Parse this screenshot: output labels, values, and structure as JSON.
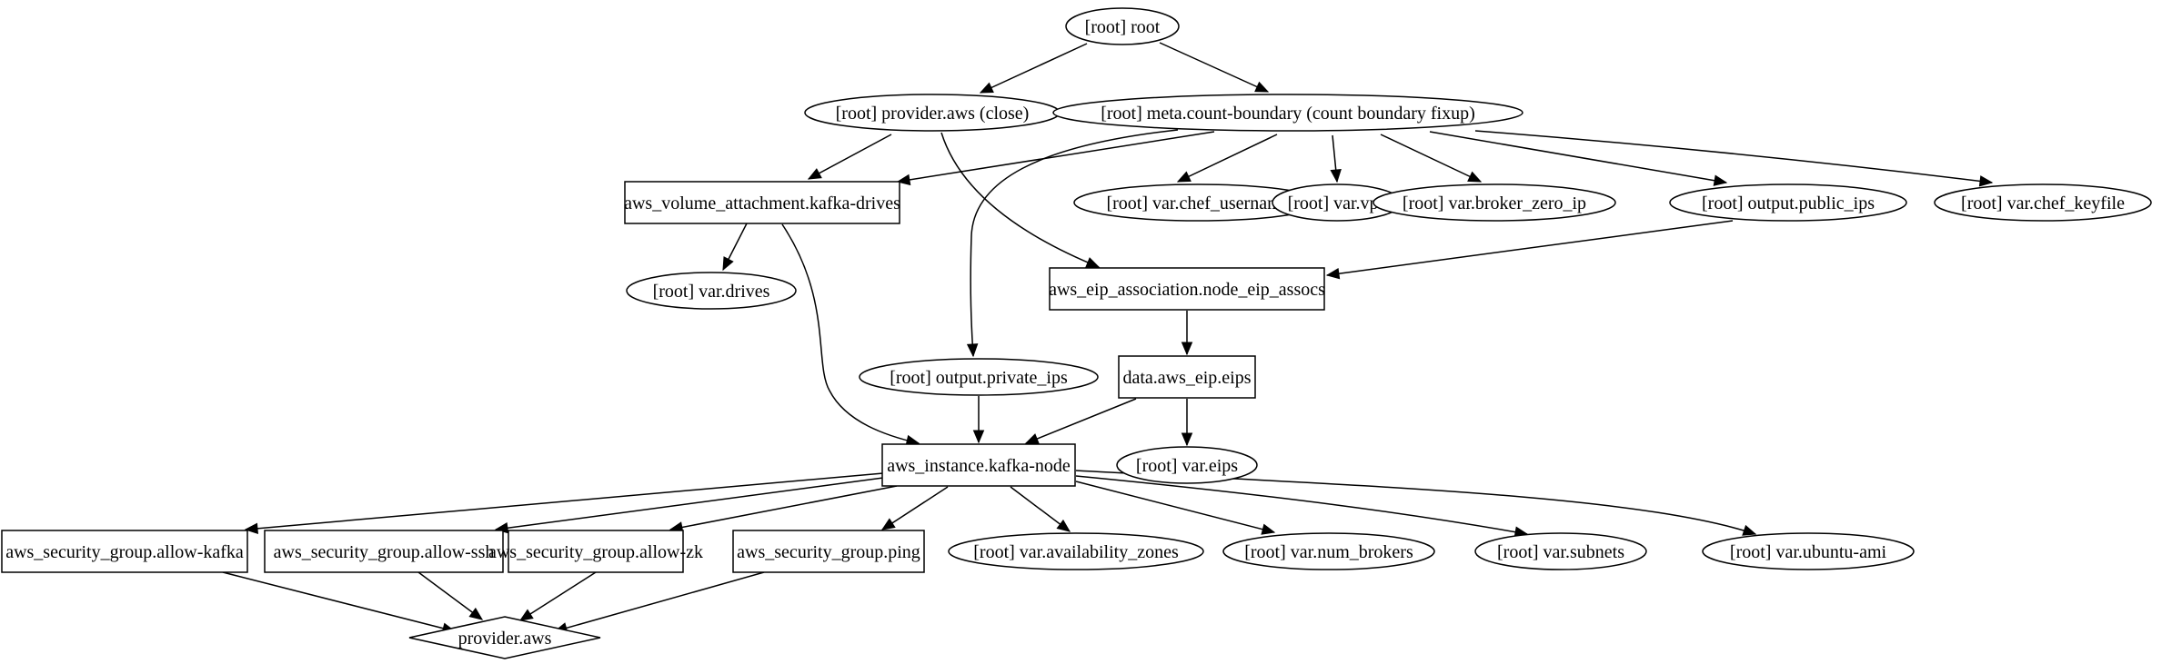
{
  "graph": {
    "nodes": [
      {
        "id": "root",
        "label": "[root] root",
        "shape": "ellipse"
      },
      {
        "id": "provider_close",
        "label": "[root] provider.aws (close)",
        "shape": "ellipse"
      },
      {
        "id": "meta_count",
        "label": "[root] meta.count-boundary (count boundary fixup)",
        "shape": "ellipse"
      },
      {
        "id": "vol_attach",
        "label": "aws_volume_attachment.kafka-drives",
        "shape": "box"
      },
      {
        "id": "var_chef_username",
        "label": "[root] var.chef_username",
        "shape": "ellipse"
      },
      {
        "id": "var_vpc",
        "label": "[root] var.vpc",
        "shape": "ellipse"
      },
      {
        "id": "var_broker_zero_ip",
        "label": "[root] var.broker_zero_ip",
        "shape": "ellipse"
      },
      {
        "id": "output_public_ips",
        "label": "[root] output.public_ips",
        "shape": "ellipse"
      },
      {
        "id": "var_chef_keyfile",
        "label": "[root] var.chef_keyfile",
        "shape": "ellipse"
      },
      {
        "id": "var_drives",
        "label": "[root] var.drives",
        "shape": "ellipse"
      },
      {
        "id": "eip_assoc",
        "label": "aws_eip_association.node_eip_assocs",
        "shape": "box"
      },
      {
        "id": "output_private_ips",
        "label": "[root] output.private_ips",
        "shape": "ellipse"
      },
      {
        "id": "data_eip",
        "label": "data.aws_eip.eips",
        "shape": "box"
      },
      {
        "id": "instance",
        "label": "aws_instance.kafka-node",
        "shape": "box"
      },
      {
        "id": "var_eips",
        "label": "[root] var.eips",
        "shape": "ellipse"
      },
      {
        "id": "sg_kafka",
        "label": "aws_security_group.allow-kafka",
        "shape": "box"
      },
      {
        "id": "sg_ssh",
        "label": "aws_security_group.allow-ssh",
        "shape": "box"
      },
      {
        "id": "sg_zk",
        "label": "aws_security_group.allow-zk",
        "shape": "box"
      },
      {
        "id": "sg_ping",
        "label": "aws_security_group.ping",
        "shape": "box"
      },
      {
        "id": "var_az",
        "label": "[root] var.availability_zones",
        "shape": "ellipse"
      },
      {
        "id": "var_num_brokers",
        "label": "[root] var.num_brokers",
        "shape": "ellipse"
      },
      {
        "id": "var_subnets",
        "label": "[root] var.subnets",
        "shape": "ellipse"
      },
      {
        "id": "var_ubuntu_ami",
        "label": "[root] var.ubuntu-ami",
        "shape": "ellipse"
      },
      {
        "id": "provider_aws",
        "label": "provider.aws",
        "shape": "diamond"
      }
    ],
    "edges": [
      {
        "from": "root",
        "to": "provider_close"
      },
      {
        "from": "root",
        "to": "meta_count"
      },
      {
        "from": "provider_close",
        "to": "vol_attach"
      },
      {
        "from": "provider_close",
        "to": "eip_assoc"
      },
      {
        "from": "meta_count",
        "to": "vol_attach"
      },
      {
        "from": "meta_count",
        "to": "var_chef_username"
      },
      {
        "from": "meta_count",
        "to": "var_vpc"
      },
      {
        "from": "meta_count",
        "to": "var_broker_zero_ip"
      },
      {
        "from": "meta_count",
        "to": "output_public_ips"
      },
      {
        "from": "meta_count",
        "to": "var_chef_keyfile"
      },
      {
        "from": "meta_count",
        "to": "output_private_ips"
      },
      {
        "from": "vol_attach",
        "to": "var_drives"
      },
      {
        "from": "vol_attach",
        "to": "instance"
      },
      {
        "from": "output_public_ips",
        "to": "eip_assoc"
      },
      {
        "from": "eip_assoc",
        "to": "data_eip"
      },
      {
        "from": "output_private_ips",
        "to": "instance"
      },
      {
        "from": "data_eip",
        "to": "instance"
      },
      {
        "from": "data_eip",
        "to": "var_eips"
      },
      {
        "from": "instance",
        "to": "sg_kafka"
      },
      {
        "from": "instance",
        "to": "sg_ssh"
      },
      {
        "from": "instance",
        "to": "sg_zk"
      },
      {
        "from": "instance",
        "to": "sg_ping"
      },
      {
        "from": "instance",
        "to": "var_az"
      },
      {
        "from": "instance",
        "to": "var_num_brokers"
      },
      {
        "from": "instance",
        "to": "var_subnets"
      },
      {
        "from": "instance",
        "to": "var_ubuntu_ami"
      },
      {
        "from": "sg_kafka",
        "to": "provider_aws"
      },
      {
        "from": "sg_ssh",
        "to": "provider_aws"
      },
      {
        "from": "sg_zk",
        "to": "provider_aws"
      },
      {
        "from": "sg_ping",
        "to": "provider_aws"
      }
    ]
  }
}
